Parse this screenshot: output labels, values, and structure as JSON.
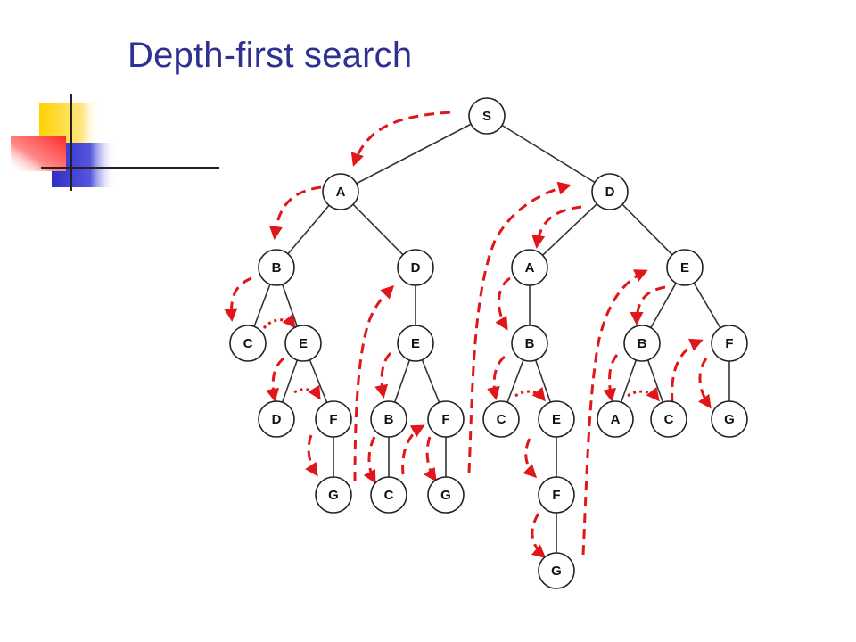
{
  "title": "Depth-first search",
  "colors": {
    "title": "#2e3192",
    "edge": "#333333",
    "trace": "#e0161b",
    "deco_yellow": "#ffd200",
    "deco_blue": "#3a3acc",
    "deco_red": "#ff3333"
  },
  "tree": {
    "nodes": [
      {
        "id": "n1",
        "label": "S"
      },
      {
        "id": "n2",
        "label": "A"
      },
      {
        "id": "n3",
        "label": "D"
      },
      {
        "id": "n4",
        "label": "B"
      },
      {
        "id": "n5",
        "label": "D"
      },
      {
        "id": "n6",
        "label": "A"
      },
      {
        "id": "n7",
        "label": "E"
      },
      {
        "id": "n8",
        "label": "C"
      },
      {
        "id": "n9",
        "label": "E"
      },
      {
        "id": "n10",
        "label": "E"
      },
      {
        "id": "n11",
        "label": "B"
      },
      {
        "id": "n12",
        "label": "B"
      },
      {
        "id": "n13",
        "label": "F"
      },
      {
        "id": "n14",
        "label": "D"
      },
      {
        "id": "n15",
        "label": "F"
      },
      {
        "id": "n16",
        "label": "B"
      },
      {
        "id": "n17",
        "label": "F"
      },
      {
        "id": "n18",
        "label": "C"
      },
      {
        "id": "n19",
        "label": "E"
      },
      {
        "id": "n20",
        "label": "A"
      },
      {
        "id": "n21",
        "label": "C"
      },
      {
        "id": "n22",
        "label": "G"
      },
      {
        "id": "n23",
        "label": "G"
      },
      {
        "id": "n24",
        "label": "C"
      },
      {
        "id": "n25",
        "label": "G"
      },
      {
        "id": "n26",
        "label": "F"
      },
      {
        "id": "n27",
        "label": "G"
      }
    ],
    "edges": [
      [
        "n1",
        "n2"
      ],
      [
        "n1",
        "n3"
      ],
      [
        "n2",
        "n4"
      ],
      [
        "n2",
        "n5"
      ],
      [
        "n3",
        "n6"
      ],
      [
        "n3",
        "n7"
      ],
      [
        "n4",
        "n8"
      ],
      [
        "n4",
        "n9"
      ],
      [
        "n5",
        "n10"
      ],
      [
        "n6",
        "n11"
      ],
      [
        "n7",
        "n12"
      ],
      [
        "n7",
        "n13"
      ],
      [
        "n9",
        "n14"
      ],
      [
        "n9",
        "n15"
      ],
      [
        "n10",
        "n16"
      ],
      [
        "n10",
        "n17"
      ],
      [
        "n11",
        "n18"
      ],
      [
        "n11",
        "n19"
      ],
      [
        "n12",
        "n20"
      ],
      [
        "n12",
        "n21"
      ],
      [
        "n13",
        "n22"
      ],
      [
        "n15",
        "n23"
      ],
      [
        "n16",
        "n24"
      ],
      [
        "n17",
        "n25"
      ],
      [
        "n19",
        "n26"
      ],
      [
        "n26",
        "n27"
      ]
    ]
  }
}
